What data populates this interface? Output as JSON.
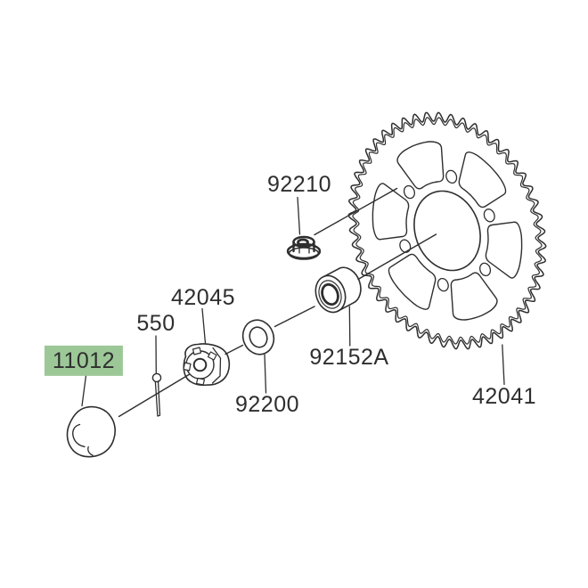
{
  "diagram": {
    "name": "rear-sprocket-exploded-parts-diagram",
    "parts": [
      {
        "label": "92210",
        "name": "flange-nut",
        "highlighted": false
      },
      {
        "label": "42045",
        "name": "castle-nut",
        "highlighted": false
      },
      {
        "label": "550",
        "name": "cotter-pin",
        "highlighted": false
      },
      {
        "label": "11012",
        "name": "cap",
        "highlighted": true
      },
      {
        "label": "92200",
        "name": "washer",
        "highlighted": false
      },
      {
        "label": "92152A",
        "name": "bearing",
        "highlighted": false
      },
      {
        "label": "42041",
        "name": "sprocket",
        "highlighted": false
      }
    ],
    "colors": {
      "highlight": "#9cc897",
      "line": "#2e2e2e",
      "text": "#2e2e2e",
      "background": "#ffffff"
    }
  }
}
